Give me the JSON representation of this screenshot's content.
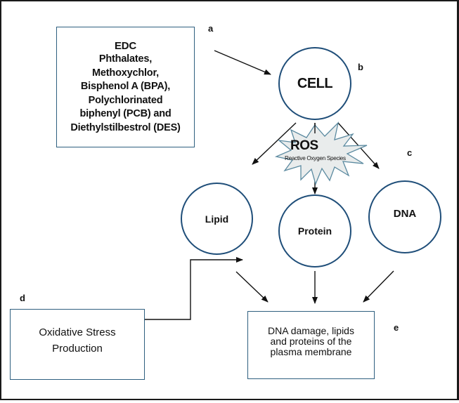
{
  "diagram": {
    "colors": {
      "box_border": "#2e5f7f",
      "circle_border": "#1f4e79",
      "arrow": "#111111",
      "starburst_fill": "#e9ecec",
      "starburst_border": "#5b8aa0"
    },
    "edc_box": {
      "title": "EDC",
      "lines": [
        "Phthalates,",
        "Methoxychlor,",
        "Bisphenol A (BPA),",
        "Polychlorinated",
        "biphenyl (PCB) and",
        "Diethylstilbestrol (DES)"
      ]
    },
    "cell": {
      "label": "CELL"
    },
    "ros": {
      "label": "ROS",
      "subtitle": "Reactive Oxygen Species"
    },
    "targets": [
      {
        "label": "Lipid"
      },
      {
        "label": "Protein"
      },
      {
        "label": "DNA"
      }
    ],
    "oxidative_box": {
      "lines": [
        "Oxidative Stress",
        "Production"
      ]
    },
    "outcome_box": {
      "lines": [
        "DNA damage, lipids",
        "and proteins of the",
        "plasma membrane"
      ]
    },
    "panel_letters": {
      "a": "a",
      "b": "b",
      "c": "c",
      "d": "d",
      "e": "e"
    }
  }
}
